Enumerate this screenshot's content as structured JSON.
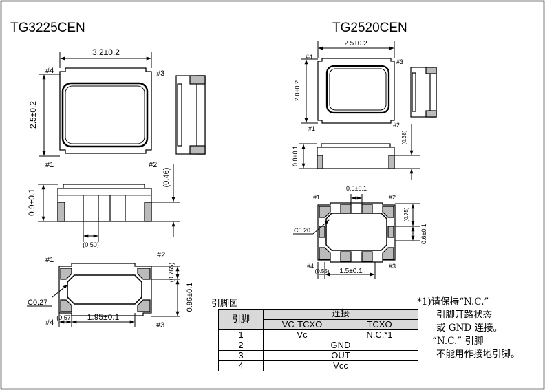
{
  "titles": {
    "left": "TG3225CEN",
    "right": "TG2520CEN"
  },
  "left_part": {
    "width_dim": "3.2±0.2",
    "height_dim": "2.5±0.2",
    "pin4": "#4",
    "pin3": "#3",
    "pin1": "#1",
    "pin2": "#2",
    "thickness_dim": "0.9±0.1",
    "offset_dim": "(0.46)",
    "pad_gap_dim": "(0.50)",
    "bottom": {
      "pin1": "#1",
      "pin2": "#2",
      "pin3": "#3",
      "pin4": "#4",
      "chamfer": "C0.27",
      "pad_h_dim": "(0.765)",
      "pad_total_dim": "0.86±0.1",
      "pad_w_dim": "(0.57)",
      "pitch_dim": "1.95±0.1"
    }
  },
  "right_part": {
    "width_dim": "2.5±0.2",
    "height_dim": "2.0±0.2",
    "pin4": "#4",
    "pin3": "#3",
    "pin1": "#1",
    "pin2": "#2",
    "offset_dim": "(0.38)",
    "thickness_dim": "0.8±0.1",
    "bottom": {
      "pad_gap_dim": "0.5±0.1",
      "pin1": "#1",
      "pin2": "#2",
      "pin3": "#3",
      "pin4": "#4",
      "chamfer": "C0.20",
      "pad_h_dim": "(0.75)",
      "pad_total_dim": "0.6±0.1",
      "pad_w_dim": "(0.55)",
      "pitch_dim": "1.5±0.1"
    }
  },
  "pin_table": {
    "caption": "引脚图",
    "col_pin": "引脚",
    "col_conn": "连接",
    "col_vctcxo": "VC-TCXO",
    "col_tcxo": "TCXO",
    "rows": [
      {
        "pin": "1",
        "vc": "Vc",
        "tcxo": "N.C.*1"
      },
      {
        "pin": "2",
        "both": "GND"
      },
      {
        "pin": "3",
        "both": "OUT"
      },
      {
        "pin": "4",
        "both": "Vcc"
      }
    ]
  },
  "note": {
    "line1": "*1)请保持“N.C.”",
    "line2": "引脚开路状态",
    "line3": "或 GND 连接。",
    "line4": "“N.C.” 引脚",
    "line5": "不能用作接地引脚。"
  }
}
